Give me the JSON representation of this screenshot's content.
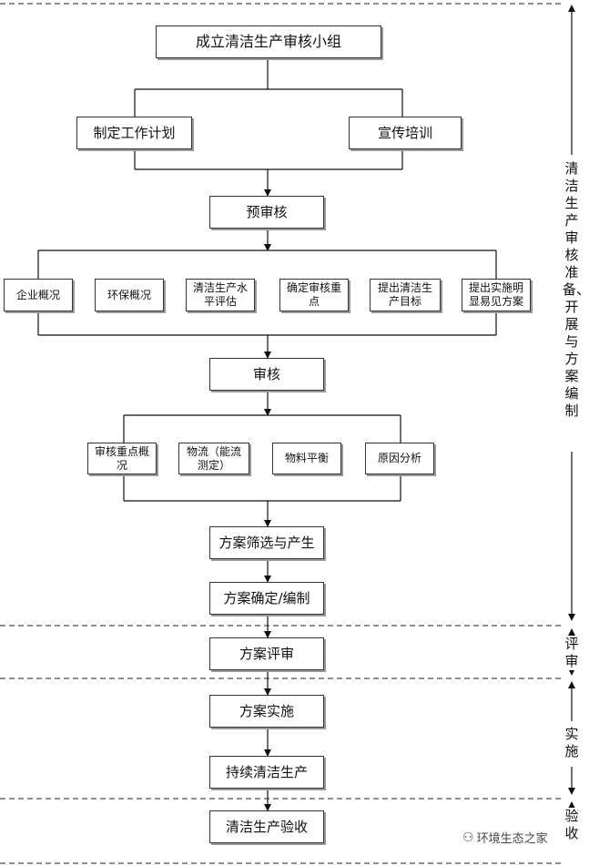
{
  "boxes": {
    "form_team": "成立清洁生产审核小组",
    "work_plan": "制定工作计划",
    "training": "宣传培训",
    "pre_audit": "预审核",
    "company_overview": "企业概况",
    "env_overview": "环保概况",
    "level_assess": "清洁生产水平评估",
    "audit_focus": "确定审核重点",
    "set_target": "提出清洁生产目标",
    "quick_plans": "提出实施明显易见方案",
    "audit": "审核",
    "focus_overview": "审核重点概况",
    "material_flow": "物流（能流测定）",
    "material_balance": "物料平衡",
    "cause_analysis": "原因分析",
    "screen_plans": "方案筛选与产生",
    "confirm_plans": "方案确定/编制",
    "review_plans": "方案评审",
    "implement_plans": "方案实施",
    "continuous": "持续清洁生产",
    "acceptance": "清洁生产验收"
  },
  "phases": {
    "prep": "清洁生产审核准备、开展与方案编制",
    "review": "评审",
    "implement": "实施",
    "accept": "验收"
  },
  "watermark": {
    "text": "环境生态之家",
    "icon": "wechat-icon"
  }
}
